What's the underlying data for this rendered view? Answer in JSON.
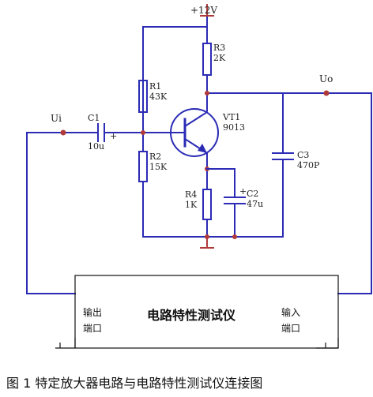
{
  "circuit": {
    "supply": "+12V",
    "input_label": "Ui",
    "output_label": "Uo",
    "components": {
      "r1": {
        "name": "R1",
        "value": "43K"
      },
      "r2": {
        "name": "R2",
        "value": "15K"
      },
      "r3": {
        "name": "R3",
        "value": "2K"
      },
      "r4": {
        "name": "R4",
        "value": "1K"
      },
      "c1": {
        "name": "C1",
        "value": "10u"
      },
      "c2": {
        "name": "C2",
        "value": "47u"
      },
      "c3": {
        "name": "C3",
        "value": "470P"
      },
      "vt1": {
        "name": "VT1",
        "value": "9013"
      }
    },
    "polarity_c1": "+",
    "polarity_c2": "+"
  },
  "instrument": {
    "title": "电路特性测试仪",
    "output_port": [
      "输出",
      "端口"
    ],
    "input_port": [
      "输入",
      "端口"
    ]
  },
  "caption": "图 1 特定放大器电路与电路特性测试仪连接图"
}
